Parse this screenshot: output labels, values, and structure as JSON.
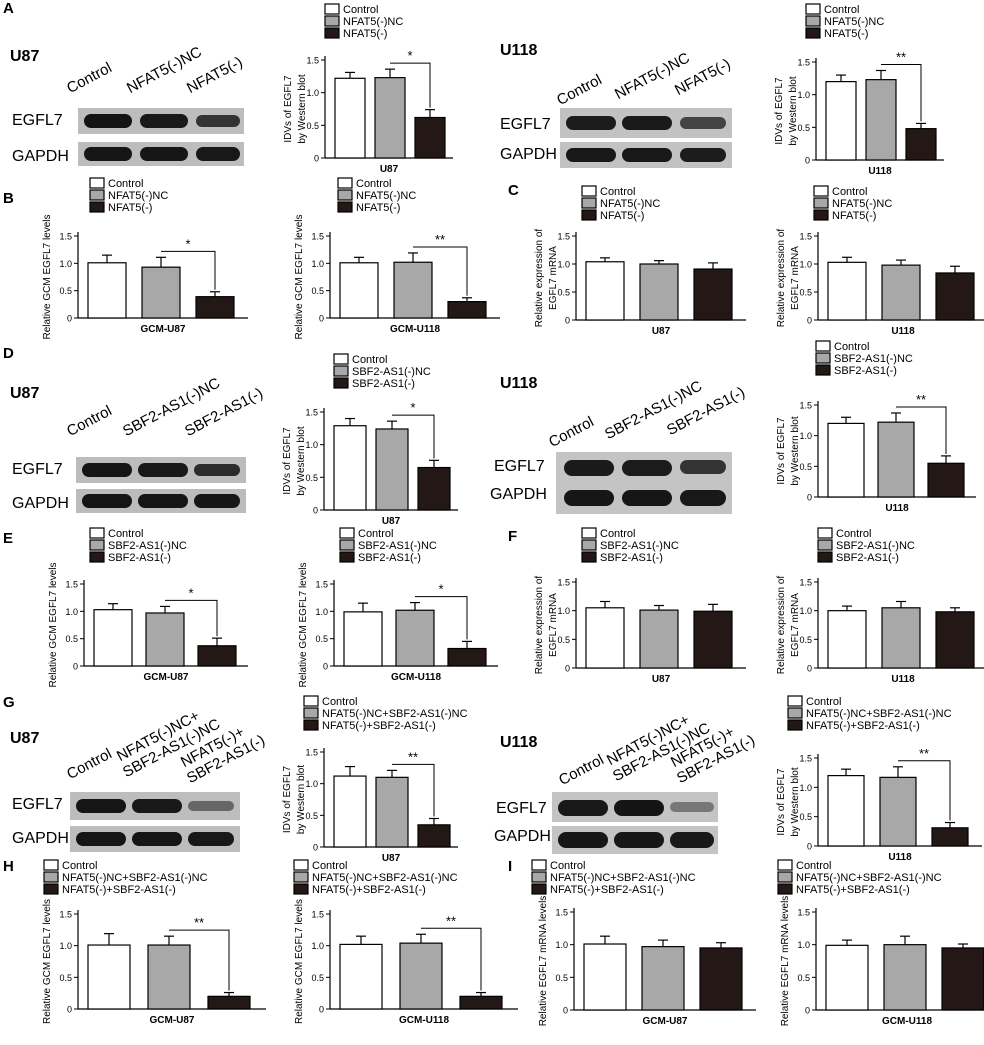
{
  "figure": {
    "labels": {
      "ctrl": "Control",
      "nf_nc": "NFAT5(-)NC",
      "nf_kd": "NFAT5(-)",
      "sb_nc": "SBF2-AS1(-)NC",
      "sb_kd": "SBF2-AS1(-)",
      "co_nc": "NFAT5(-)NC+SBF2-AS1(-)NC",
      "co_kd": "NFAT5(-)+SBF2-AS1(-)",
      "co_nc_l1": "NFAT5(-)NC+",
      "co_nc_l2": "SBF2-AS1(-)NC",
      "co_kd_l1": "NFAT5(-)+",
      "co_kd_l2": "SBF2-AS1(-)",
      "egfl7": "EGFL7",
      "gapdh": "GAPDH",
      "u87": "U87",
      "u118": "U118",
      "gcm_u87": "GCM-U87",
      "gcm_u118": "GCM-U118",
      "yl_idv1": "IDVs of EGFL7",
      "yl_idv2": "by Western blot",
      "yl_gcm": "Relative GCM EGFL7 levels",
      "yl_mrna1": "Relative expression of",
      "yl_mrna2": "EGFL7 mRNA",
      "yl_mrna_i": "Relative EGFL7 mRNA levels"
    },
    "colors": {
      "control": "#ffffff",
      "nc": "#a8a8a8",
      "kd": "#231815"
    },
    "panel_letters": [
      "A",
      "B",
      "C",
      "D",
      "E",
      "F",
      "G",
      "H",
      "I"
    ]
  },
  "chart_data": [
    {
      "id": "A1",
      "type": "bar",
      "panel": "A",
      "ylabel": [
        "IDVs of EGFL7",
        "by Western blot"
      ],
      "xlabel": "U87",
      "ylim": [
        0,
        1.5
      ],
      "yticks": [
        0,
        0.5,
        1.0,
        1.5
      ],
      "legend": [
        "Control",
        "NFAT5(-)NC",
        "NFAT5(-)"
      ],
      "values": [
        1.22,
        1.23,
        0.62
      ],
      "errors": [
        0.09,
        0.13,
        0.12
      ],
      "annotation": "*"
    },
    {
      "id": "A2",
      "type": "bar",
      "panel": "A",
      "ylabel": [
        "IDVs of EGFL7",
        "by Western blot"
      ],
      "xlabel": "U118",
      "ylim": [
        0,
        1.5
      ],
      "yticks": [
        0,
        0.5,
        1.0,
        1.5
      ],
      "legend": [
        "Control",
        "NFAT5(-)NC",
        "NFAT5(-)"
      ],
      "values": [
        1.2,
        1.23,
        0.48
      ],
      "errors": [
        0.1,
        0.14,
        0.08
      ],
      "annotation": "**"
    },
    {
      "id": "B1",
      "type": "bar",
      "panel": "B",
      "ylabel": [
        "Relative GCM EGFL7 levels"
      ],
      "xlabel": "GCM-U87",
      "ylim": [
        0,
        1.5
      ],
      "yticks": [
        0,
        0.5,
        1.0,
        1.5
      ],
      "legend": [
        "Control",
        "NFAT5(-)NC",
        "NFAT5(-)"
      ],
      "values": [
        1.01,
        0.93,
        0.39
      ],
      "errors": [
        0.14,
        0.18,
        0.09
      ],
      "annotation": "*"
    },
    {
      "id": "B2",
      "type": "bar",
      "panel": "B",
      "ylabel": [
        "Relative GCM EGFL7 levels"
      ],
      "xlabel": "GCM-U118",
      "ylim": [
        0,
        1.5
      ],
      "yticks": [
        0,
        0.5,
        1.0,
        1.5
      ],
      "legend": [
        "Control",
        "NFAT5(-)NC",
        "NFAT5(-)"
      ],
      "values": [
        1.01,
        1.02,
        0.3
      ],
      "errors": [
        0.1,
        0.17,
        0.07
      ],
      "annotation": "**"
    },
    {
      "id": "C1",
      "type": "bar",
      "panel": "C",
      "ylabel": [
        "Relative expression of",
        "EGFL7 mRNA"
      ],
      "xlabel": "U87",
      "ylim": [
        0,
        1.5
      ],
      "yticks": [
        0,
        0.5,
        1.0,
        1.5
      ],
      "legend": [
        "Control",
        "NFAT5(-)NC",
        "NFAT5(-)"
      ],
      "values": [
        1.04,
        1.0,
        0.91
      ],
      "errors": [
        0.07,
        0.06,
        0.11
      ]
    },
    {
      "id": "C2",
      "type": "bar",
      "panel": "C",
      "ylabel": [
        "Relative expression of",
        "EGFL7 mRNA"
      ],
      "xlabel": "U118",
      "ylim": [
        0,
        1.5
      ],
      "yticks": [
        0,
        0.5,
        1.0,
        1.5
      ],
      "legend": [
        "Control",
        "NFAT5(-)NC",
        "NFAT5(-)"
      ],
      "values": [
        1.03,
        0.98,
        0.84
      ],
      "errors": [
        0.09,
        0.09,
        0.12
      ]
    },
    {
      "id": "D1",
      "type": "bar",
      "panel": "D",
      "ylabel": [
        "IDVs of EGFL7",
        "by Western blot"
      ],
      "xlabel": "U87",
      "ylim": [
        0,
        1.5
      ],
      "yticks": [
        0,
        0.5,
        1.0,
        1.5
      ],
      "legend": [
        "Control",
        "SBF2-AS1(-)NC",
        "SBF2-AS1(-)"
      ],
      "values": [
        1.29,
        1.24,
        0.65
      ],
      "errors": [
        0.11,
        0.12,
        0.11
      ],
      "annotation": "*"
    },
    {
      "id": "D2",
      "type": "bar",
      "panel": "D",
      "ylabel": [
        "IDVs of EGFL7",
        "by Western blot"
      ],
      "xlabel": "U118",
      "ylim": [
        0,
        1.5
      ],
      "yticks": [
        0,
        0.5,
        1.0,
        1.5
      ],
      "legend": [
        "Control",
        "SBF2-AS1(-)NC",
        "SBF2-AS1(-)"
      ],
      "values": [
        1.2,
        1.22,
        0.55
      ],
      "errors": [
        0.1,
        0.15,
        0.12
      ],
      "annotation": "**"
    },
    {
      "id": "E1",
      "type": "bar",
      "panel": "E",
      "ylabel": [
        "Relative GCM EGFL7 levels"
      ],
      "xlabel": "GCM-U87",
      "ylim": [
        0,
        1.5
      ],
      "yticks": [
        0,
        0.5,
        1.0,
        1.5
      ],
      "legend": [
        "Control",
        "SBF2-AS1(-)NC",
        "SBF2-AS1(-)"
      ],
      "values": [
        1.03,
        0.97,
        0.37
      ],
      "errors": [
        0.11,
        0.12,
        0.14
      ],
      "annotation": "*"
    },
    {
      "id": "E2",
      "type": "bar",
      "panel": "E",
      "ylabel": [
        "Relative GCM EGFL7 levels"
      ],
      "xlabel": "GCM-U118",
      "ylim": [
        0,
        1.5
      ],
      "yticks": [
        0,
        0.5,
        1.0,
        1.5
      ],
      "legend": [
        "Control",
        "SBF2-AS1(-)NC",
        "SBF2-AS1(-)"
      ],
      "values": [
        0.99,
        1.02,
        0.32
      ],
      "errors": [
        0.16,
        0.14,
        0.13
      ],
      "annotation": "*"
    },
    {
      "id": "F1",
      "type": "bar",
      "panel": "F",
      "ylabel": [
        "Relative expression of",
        "EGFL7 mRNA"
      ],
      "xlabel": "U87",
      "ylim": [
        0,
        1.5
      ],
      "yticks": [
        0,
        0.5,
        1.0,
        1.5
      ],
      "legend": [
        "Control",
        "SBF2-AS1(-)NC",
        "SBF2-AS1(-)"
      ],
      "values": [
        1.05,
        1.01,
        0.99
      ],
      "errors": [
        0.11,
        0.08,
        0.12
      ]
    },
    {
      "id": "F2",
      "type": "bar",
      "panel": "F",
      "ylabel": [
        "Relative expression of",
        "EGFL7 mRNA"
      ],
      "xlabel": "U118",
      "ylim": [
        0,
        1.5
      ],
      "yticks": [
        0,
        0.5,
        1.0,
        1.5
      ],
      "legend": [
        "Control",
        "SBF2-AS1(-)NC",
        "SBF2-AS1(-)"
      ],
      "values": [
        1.0,
        1.05,
        0.98
      ],
      "errors": [
        0.08,
        0.11,
        0.07
      ]
    },
    {
      "id": "G1",
      "type": "bar",
      "panel": "G",
      "ylabel": [
        "IDVs of EGFL7",
        "by Western blot"
      ],
      "xlabel": "U87",
      "ylim": [
        0,
        1.5
      ],
      "yticks": [
        0,
        0.5,
        1.0,
        1.5
      ],
      "legend": [
        "Control",
        "NFAT5(-)NC+SBF2-AS1(-)NC",
        "NFAT5(-)+SBF2-AS1(-)"
      ],
      "values": [
        1.12,
        1.1,
        0.35
      ],
      "errors": [
        0.15,
        0.11,
        0.1
      ],
      "annotation": "**"
    },
    {
      "id": "G2",
      "type": "bar",
      "panel": "G",
      "ylabel": [
        "IDVs of EGFL7",
        "by Western blot"
      ],
      "xlabel": "U118",
      "ylim": [
        0,
        1.5
      ],
      "yticks": [
        0,
        0.5,
        1.0,
        1.5
      ],
      "legend": [
        "Control",
        "NFAT5(-)NC+SBF2-AS1(-)NC",
        "NFAT5(-)+SBF2-AS1(-)"
      ],
      "values": [
        1.2,
        1.17,
        0.31
      ],
      "errors": [
        0.11,
        0.18,
        0.09
      ],
      "annotation": "**"
    },
    {
      "id": "H1",
      "type": "bar",
      "panel": "H",
      "ylabel": [
        "Relative GCM EGFL7 levels"
      ],
      "xlabel": "GCM-U87",
      "ylim": [
        0,
        1.5
      ],
      "yticks": [
        0,
        0.5,
        1.0,
        1.5
      ],
      "legend": [
        "Control",
        "NFAT5(-)NC+SBF2-AS1(-)NC",
        "NFAT5(-)+SBF2-AS1(-)"
      ],
      "values": [
        1.01,
        1.01,
        0.2
      ],
      "errors": [
        0.18,
        0.14,
        0.06
      ],
      "annotation": "**"
    },
    {
      "id": "H2",
      "type": "bar",
      "panel": "H",
      "ylabel": [
        "Relative GCM EGFL7 levels"
      ],
      "xlabel": "GCM-U118",
      "ylim": [
        0,
        1.5
      ],
      "yticks": [
        0,
        0.5,
        1.0,
        1.5
      ],
      "legend": [
        "Control",
        "NFAT5(-)NC+SBF2-AS1(-)NC",
        "NFAT5(-)+SBF2-AS1(-)"
      ],
      "values": [
        1.02,
        1.04,
        0.2
      ],
      "errors": [
        0.13,
        0.14,
        0.06
      ],
      "annotation": "**"
    },
    {
      "id": "I1",
      "type": "bar",
      "panel": "I",
      "ylabel": [
        "Relative EGFL7 mRNA levels"
      ],
      "xlabel": "GCM-U87",
      "ylim": [
        0,
        1.5
      ],
      "yticks": [
        0,
        0.5,
        1.0,
        1.5
      ],
      "legend": [
        "Control",
        "NFAT5(-)NC+SBF2-AS1(-)NC",
        "NFAT5(-)+SBF2-AS1(-)"
      ],
      "values": [
        1.01,
        0.97,
        0.95
      ],
      "errors": [
        0.12,
        0.1,
        0.08
      ]
    },
    {
      "id": "I2",
      "type": "bar",
      "panel": "I",
      "ylabel": [
        "Relative EGFL7 mRNA levels"
      ],
      "xlabel": "GCM-U118",
      "ylim": [
        0,
        1.5
      ],
      "yticks": [
        0,
        0.5,
        1.0,
        1.5
      ],
      "legend": [
        "Control",
        "NFAT5(-)NC+SBF2-AS1(-)NC",
        "NFAT5(-)+SBF2-AS1(-)"
      ],
      "values": [
        0.99,
        1.0,
        0.95
      ],
      "errors": [
        0.08,
        0.13,
        0.06
      ]
    }
  ]
}
